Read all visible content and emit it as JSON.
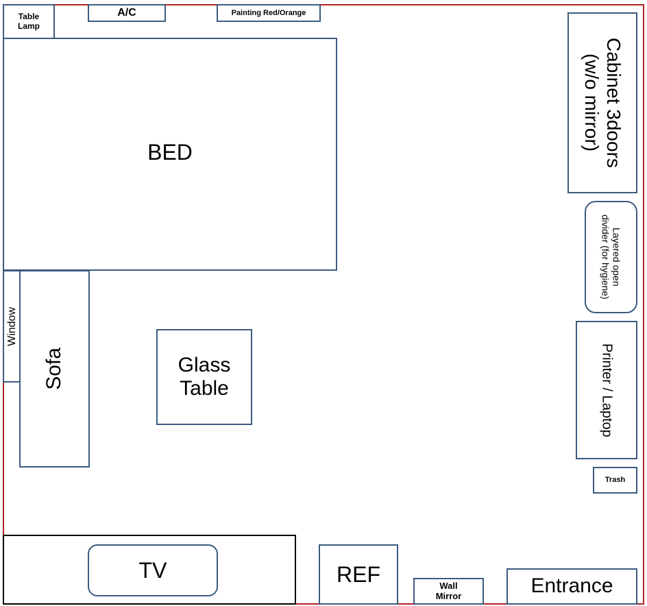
{
  "items": {
    "table_lamp": "Table\nLamp",
    "ac": "A/C",
    "painting": "Painting Red/Orange",
    "bed": "BED",
    "cabinet": "Cabinet 3doors\n(w/o mirror)",
    "divider": "Layered open\ndivider (for hygiene)",
    "window": "Window",
    "sofa": "Sofa",
    "glass_table": "Glass\nTable",
    "printer": "Printer / Laptop",
    "trash": "Trash",
    "tv": "TV",
    "ref": "REF",
    "wall_mirror": "Wall\nMirror",
    "entrance": "Entrance"
  },
  "colors": {
    "wall": "#b22222",
    "furniture_border": "#3b5b7f"
  }
}
